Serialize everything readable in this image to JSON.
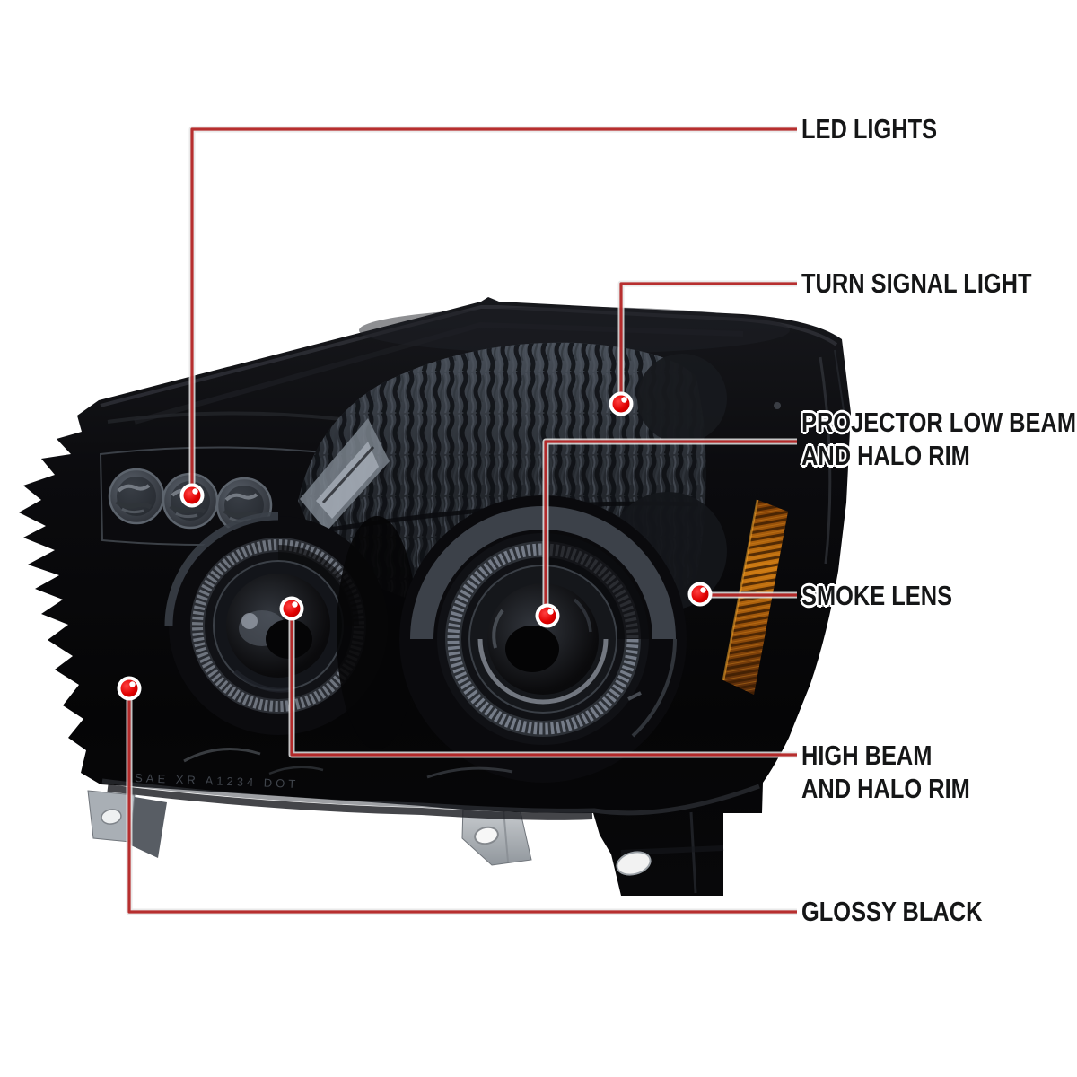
{
  "callouts": {
    "led_lights": {
      "label": "LED LIGHTS"
    },
    "turn_signal": {
      "label": "TURN SIGNAL LIGHT"
    },
    "projector_low_beam": {
      "line1": "PROJECTOR LOW BEAM",
      "line2": "AND HALO RIM"
    },
    "smoke_lens": {
      "label": "SMOKE LENS"
    },
    "high_beam": {
      "line1": "HIGH BEAM",
      "line2": "AND HALO RIM"
    },
    "glossy_black": {
      "label": "GLOSSY BLACK"
    }
  },
  "product": {
    "lens_etching": "SAE XR A1234 DOT"
  },
  "colors": {
    "background": "#ffffff",
    "label_text": "#151617",
    "callout_line": "#af1414",
    "callout_line_outline": "#e6e6e6",
    "callout_dot": "#e60000",
    "housing_black": "#0a0a0d",
    "smoked_chrome": "#4a515b",
    "amber_reflector": "#c9760f",
    "bracket_gray": "#a9afb5"
  }
}
